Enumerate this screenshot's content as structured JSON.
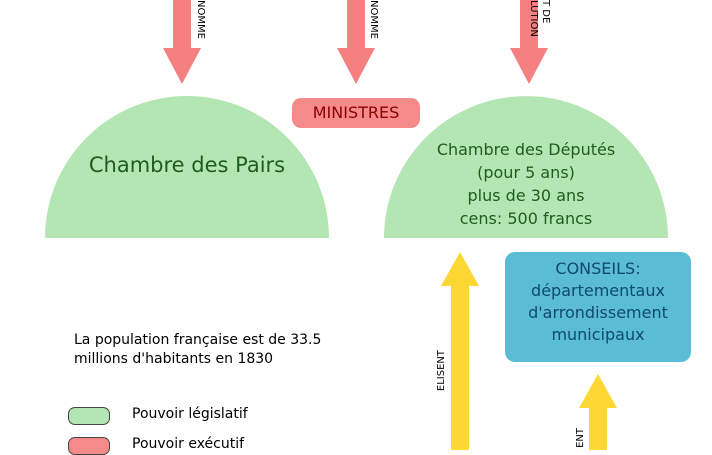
{
  "top_arrows": [
    {
      "label": "NOMME"
    },
    {
      "label": "NOMME"
    },
    {
      "label_line1": "T DE",
      "label_line2": "LUTION"
    }
  ],
  "ministres": {
    "label": "MINISTRES"
  },
  "chambre_pairs": {
    "label": "Chambre des Pairs"
  },
  "chambre_deputes": {
    "line1": "Chambre des Députés",
    "line2": "(pour 5 ans)",
    "line3": "plus de 30 ans",
    "line4": "cens: 500 francs"
  },
  "conseils": {
    "line1": "CONSEILS:",
    "line2": "départementaux",
    "line3": "d'arrondissement",
    "line4": "municipaux"
  },
  "up_arrows": [
    {
      "label": "ELISENT"
    },
    {
      "label": "ENT"
    }
  ],
  "note": {
    "line1": "La population française est de 33.5",
    "line2": "millions d'habitants en 1830"
  },
  "legend": [
    {
      "label": "Pouvoir législatif",
      "color": "#b3e6b3"
    },
    {
      "label": "Pouvoir exécutif",
      "color": "#f48a8a"
    }
  ],
  "colors": {
    "legislative": "#b3e6b3",
    "executive": "#f48a8a",
    "arrow_down": "#f48080",
    "arrow_up": "#fdd835",
    "conseils": "#5bbcd6"
  }
}
